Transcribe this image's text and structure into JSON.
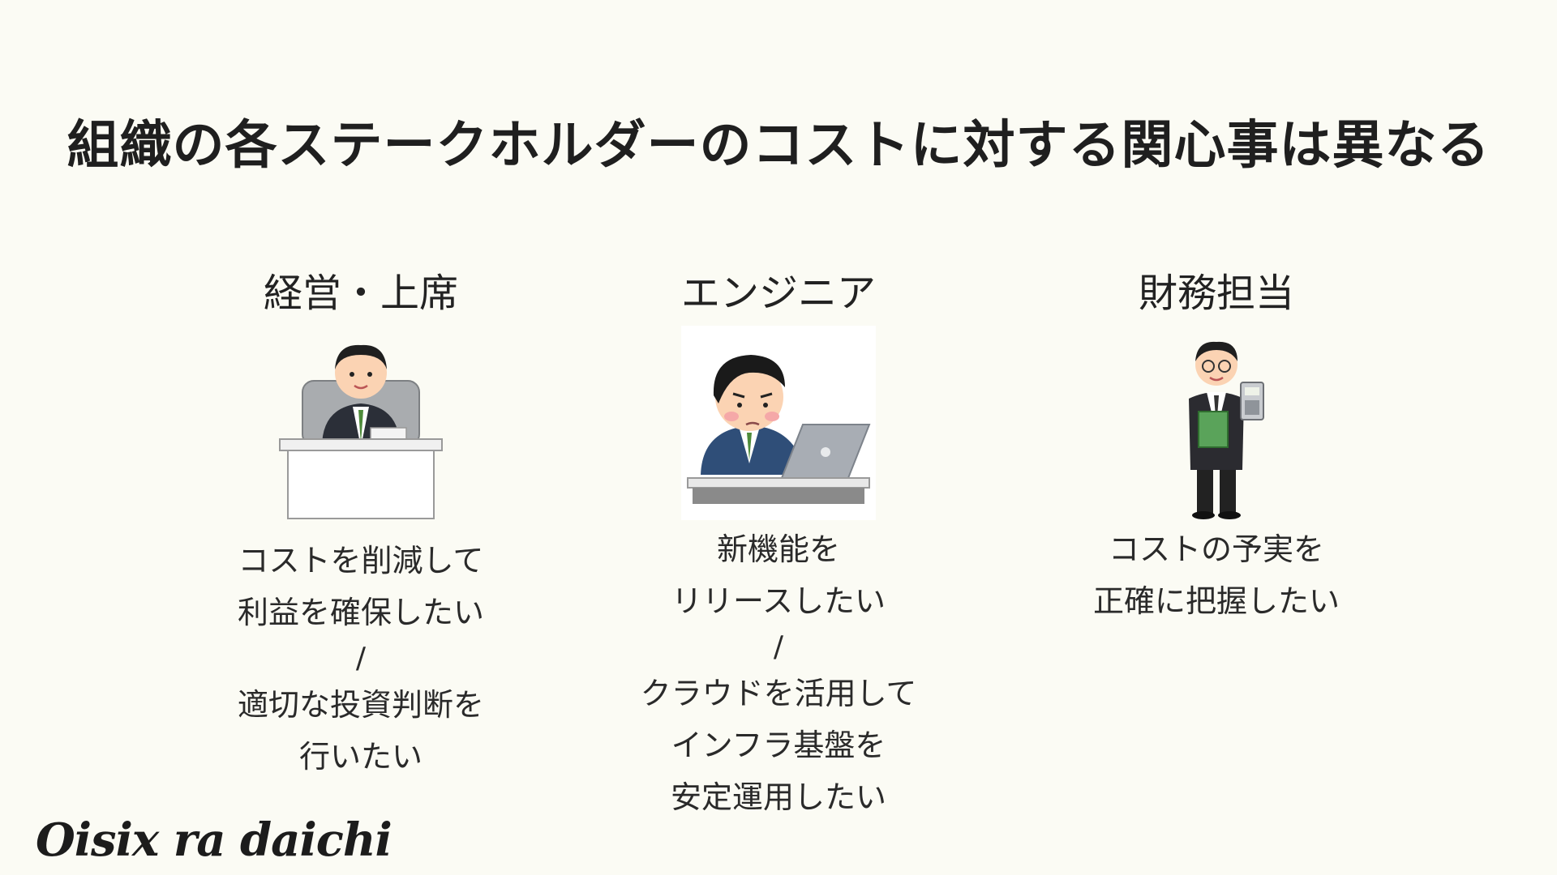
{
  "title": "組織の各ステークホルダーのコストに対する関心事は異なる",
  "columns": [
    {
      "heading": "経営・上席",
      "illustration_icon": "executive-at-desk-icon",
      "lines_a": [
        "コストを削減して",
        "利益を確保したい"
      ],
      "separator": "/",
      "lines_b": [
        "適切な投資判断を",
        "行いたい"
      ]
    },
    {
      "heading": "エンジニア",
      "illustration_icon": "engineer-with-laptop-icon",
      "lines_a": [
        "新機能を",
        "リリースしたい"
      ],
      "separator": "/",
      "lines_b": [
        "クラウドを活用して",
        "インフラ基盤を",
        "安定運用したい"
      ]
    },
    {
      "heading": "財務担当",
      "illustration_icon": "accountant-with-calculator-icon",
      "lines_a": [
        "コストの予実を",
        "正確に把握したい"
      ]
    }
  ],
  "logo": "Oisix ra daichi",
  "colors": {
    "background": "#fbfbf4",
    "text": "#222222"
  }
}
